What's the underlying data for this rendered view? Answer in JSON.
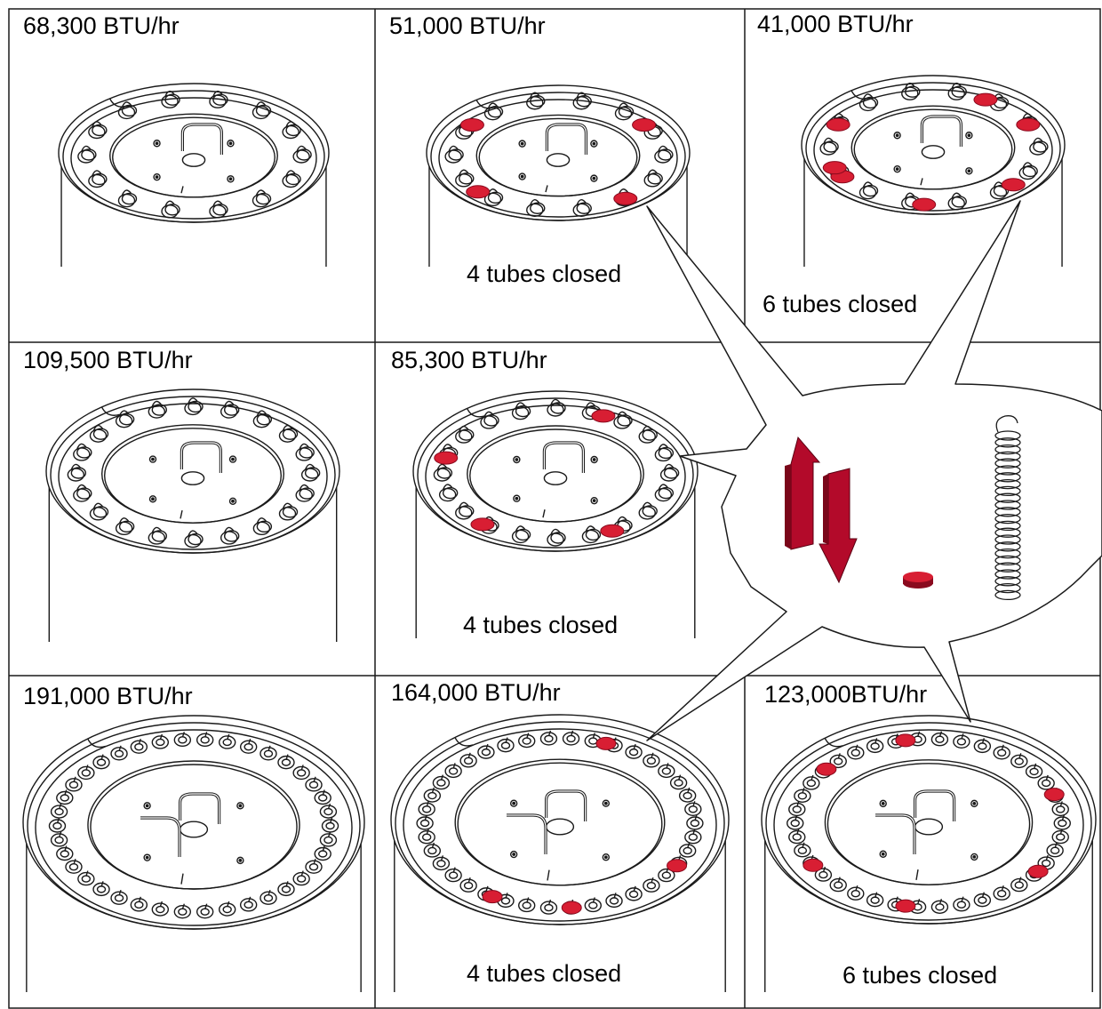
{
  "colors": {
    "closed_tube": "#d81e33",
    "arrow": "#b30a2a",
    "line": "#1a1a1a"
  },
  "icons": [
    "up-arrow-icon",
    "down-arrow-icon",
    "tube-plug-icon",
    "coil-spring-icon"
  ],
  "panels": [
    {
      "rating": "68,300 BTU/hr",
      "note": "",
      "closed_count": 0
    },
    {
      "rating": "51,000 BTU/hr",
      "note": "4 tubes closed",
      "closed_count": 4
    },
    {
      "rating": "41,000 BTU/hr",
      "note": "6 tubes closed",
      "closed_count": 6
    },
    {
      "rating": "109,500 BTU/hr",
      "note": "",
      "closed_count": 0
    },
    {
      "rating": "85,300 BTU/hr",
      "note": "4 tubes closed",
      "closed_count": 4
    },
    {
      "rating": "191,000 BTU/hr",
      "note": "",
      "closed_count": 0
    },
    {
      "rating": "164,000 BTU/hr",
      "note": "4 tubes closed",
      "closed_count": 4
    },
    {
      "rating": "123,000BTU/hr",
      "note": "6 tubes closed",
      "closed_count": 6
    }
  ]
}
